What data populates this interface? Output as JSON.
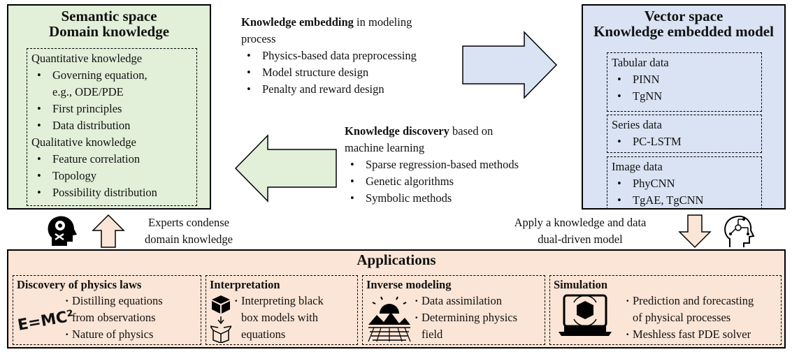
{
  "semantic": {
    "title1": "Semantic space",
    "title2": "Domain knowledge",
    "quant_heading": "Quantitative knowledge",
    "quant_items": [
      "Governing equation,",
      "e.g., ODE/PDE",
      "First principles",
      "Data distribution"
    ],
    "qual_heading": "Qualitative knowledge",
    "qual_items": [
      "Feature correlation",
      "Topology",
      "Possibility distribution"
    ]
  },
  "vector": {
    "title1": "Vector space",
    "title2": "Knowledge embedded model",
    "tabular": {
      "heading": "Tabular data",
      "items": [
        "PINN",
        "TgNN"
      ]
    },
    "series": {
      "heading": "Series data",
      "items": [
        "PC-LSTM"
      ]
    },
    "image": {
      "heading": "Image data",
      "items": [
        "PhyCNN",
        "TgAE, TgCNN"
      ]
    }
  },
  "embedding": {
    "bold": "Knowledge embedding",
    "rest": " in modeling",
    "line2": "process",
    "items": [
      "Physics-based data preprocessing",
      "Model structure design",
      "Penalty and reward design"
    ]
  },
  "discovery": {
    "bold": "Knowledge discovery",
    "rest": " based on",
    "line2": "machine learning",
    "items": [
      "Sparse regression-based methods",
      "Genetic algorithms",
      "Symbolic methods"
    ]
  },
  "experts": {
    "line1": "Experts condense",
    "line2": "domain knowledge"
  },
  "apply": {
    "line1": "Apply a knowledge and data",
    "line2": "dual-driven model"
  },
  "applications": {
    "title": "Applications",
    "physics": {
      "heading": "Discovery of physics laws",
      "emc2": "E=MC²",
      "line1": "Distilling equations",
      "line2": "from observations",
      "line3": "Nature of physics"
    },
    "interp": {
      "heading": "Interpretation",
      "line1": "Interpreting black",
      "line2": "box models with",
      "line3": "equations"
    },
    "inverse": {
      "heading": "Inverse modeling",
      "line1": "Data assimilation",
      "line2": "Determining physics",
      "line3": "field"
    },
    "simulation": {
      "heading": "Simulation",
      "line1": "Prediction and forecasting",
      "line2": "of physical processes",
      "line3": "Meshless fast PDE solver"
    }
  },
  "colors": {
    "green": "#e2efd9",
    "blue": "#dae3f3",
    "peach": "#fbe5d6"
  }
}
